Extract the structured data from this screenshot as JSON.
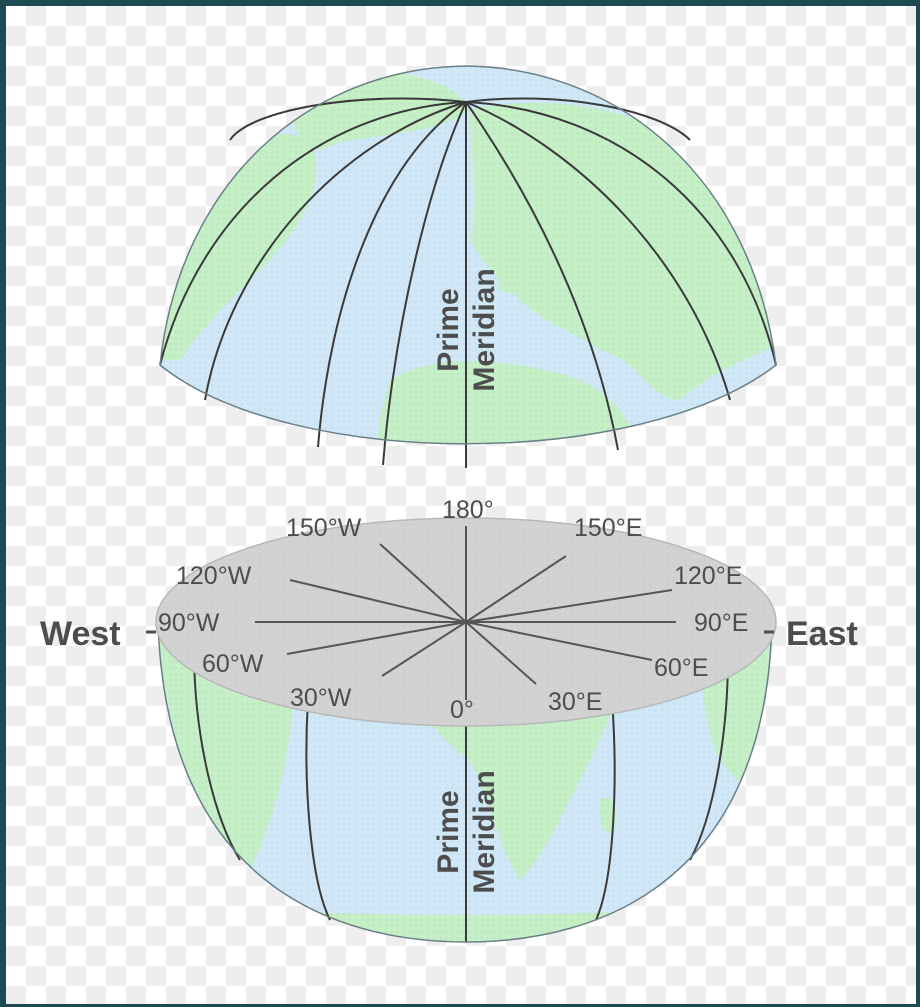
{
  "colors": {
    "ocean": "#cfe7f6",
    "land": "#c5efc5",
    "meridian_line": "#3a3a3a",
    "equatorial_plane": "#d2d2d2",
    "label_text": "#4d4d4d"
  },
  "upper_hemisphere": {
    "label_line1": "Prime",
    "label_line2": "Meridian"
  },
  "lower_hemisphere": {
    "label_line1": "Prime",
    "label_line2": "Meridian"
  },
  "equatorial_plane": {
    "west_label": "West",
    "east_label": "East",
    "degree_labels": {
      "top": "180°",
      "w150": "150°W",
      "w120": "120°W",
      "w90": "90°W",
      "w60": "60°W",
      "w30": "30°W",
      "zero": "0°",
      "e30": "30°E",
      "e60": "60°E",
      "e90": "90°E",
      "e120": "120°E",
      "e150": "150°E"
    }
  }
}
